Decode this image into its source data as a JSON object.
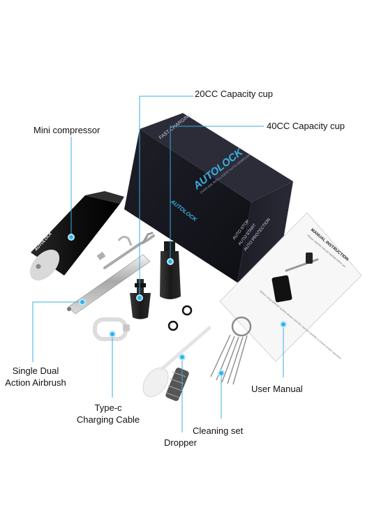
{
  "labels": {
    "capacity_20": "20CC Capacity cup",
    "capacity_40": "40CC Capacity cup",
    "mini_compressor": "Mini compressor",
    "airbrush_line1": "Single Dual",
    "airbrush_line2": "Action Airbrush",
    "cable_line1": "Type-c",
    "cable_line2": "Charging Cable",
    "user_manual": "User Manual",
    "cleaning_set": "Cleaning set",
    "dropper": "Dropper"
  },
  "box": {
    "brand": "AUTOLOCK",
    "tagline": "OVER 65K INTELLIGENT AUTO AIRBRUSH",
    "fast_charging": "FAST CHARGING",
    "feature_1": "AUTO STOP",
    "feature_2": "AUTO START",
    "feature_3": "AUTO PROTECTION",
    "side_brand": "AUTOLOCK"
  },
  "compressor": {
    "brand": "AUTOLOCK"
  },
  "manual": {
    "title": "MANUAL INSTRUCTION",
    "subtitle": "Please read this manual carefully before use",
    "note": "Before using airbrush system please read this manual carefully to ensure proper operation"
  },
  "colors": {
    "callout": "#3aaee0",
    "dot": "#2fb3ea",
    "box": "#16161d"
  }
}
